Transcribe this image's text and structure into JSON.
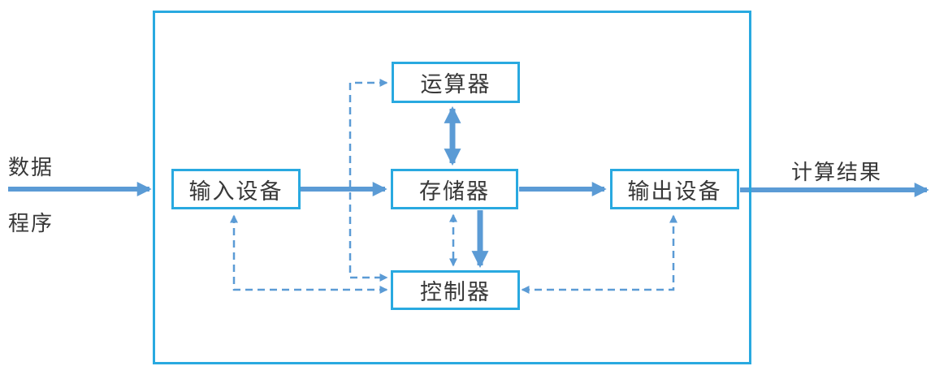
{
  "diagram": {
    "type": "block-diagram",
    "topic": "computer architecture (von Neumann)",
    "boxes": {
      "input": "输入设备",
      "alu": "运算器",
      "memory": "存储器",
      "controller": "控制器",
      "output": "输出设备"
    },
    "labels": {
      "data": "数据",
      "program": "程序",
      "result": "计算结果"
    },
    "connections": [
      {
        "from": "数据/程序",
        "to": "输入设备",
        "style": "solid",
        "bidirectional": false
      },
      {
        "from": "输入设备",
        "to": "存储器",
        "style": "solid",
        "bidirectional": false
      },
      {
        "from": "存储器",
        "to": "输出设备",
        "style": "solid",
        "bidirectional": false
      },
      {
        "from": "输出设备",
        "to": "计算结果",
        "style": "solid",
        "bidirectional": false
      },
      {
        "from": "运算器",
        "to": "存储器",
        "style": "solid",
        "bidirectional": true
      },
      {
        "from": "存储器",
        "to": "控制器",
        "style": "solid",
        "bidirectional": false
      },
      {
        "from": "运算器",
        "to": "控制器",
        "style": "dashed",
        "bidirectional": true
      },
      {
        "from": "输入设备",
        "to": "控制器",
        "style": "dashed",
        "bidirectional": true
      },
      {
        "from": "存储器",
        "to": "控制器",
        "style": "dashed",
        "bidirectional": true
      },
      {
        "from": "输出设备",
        "to": "控制器",
        "style": "dashed",
        "bidirectional": true
      }
    ],
    "colors": {
      "box_border": "#29A9E0",
      "arrow": "#5B9BD5",
      "text": "#383838",
      "background": "#FFFFFF"
    }
  }
}
